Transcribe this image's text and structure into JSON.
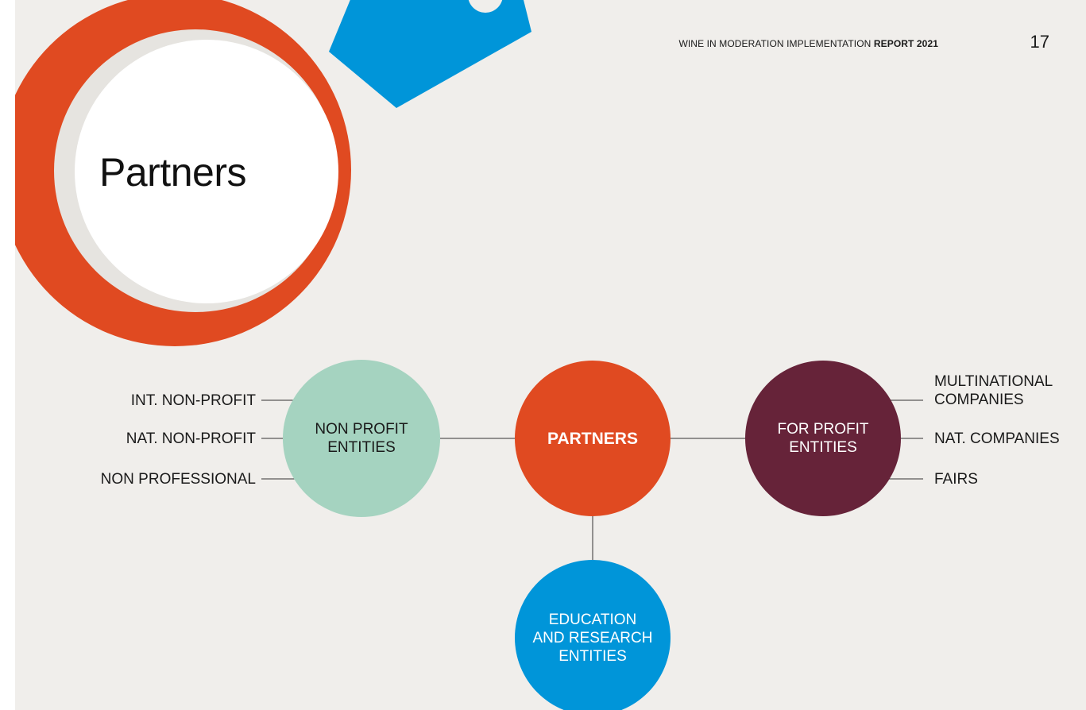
{
  "header": {
    "report_title": "WINE IN MODERATION IMPLEMENTATION",
    "report_year": "REPORT 2021",
    "page_number": "17"
  },
  "title": "Partners",
  "diagram": {
    "center": "PARTNERS",
    "non_profit": "NON PROFIT\nENTITIES",
    "for_profit": "FOR PROFIT\nENTITIES",
    "education": "EDUCATION\nAND RESEARCH\nENTITIES",
    "non_profit_children": [
      "INT. NON-PROFIT",
      "NAT. NON-PROFIT",
      "NON PROFESSIONAL"
    ],
    "for_profit_children": [
      "MULTINATIONAL\nCOMPANIES",
      "NAT. COMPANIES",
      "FAIRS"
    ]
  },
  "colors": {
    "background": "#f0eeeb",
    "orange": "#e04a21",
    "blue": "#0095d9",
    "mint": "#a5d3c0",
    "burgundy": "#662339"
  },
  "icons": {
    "magnifier": "magnifying-glass-illustration"
  }
}
